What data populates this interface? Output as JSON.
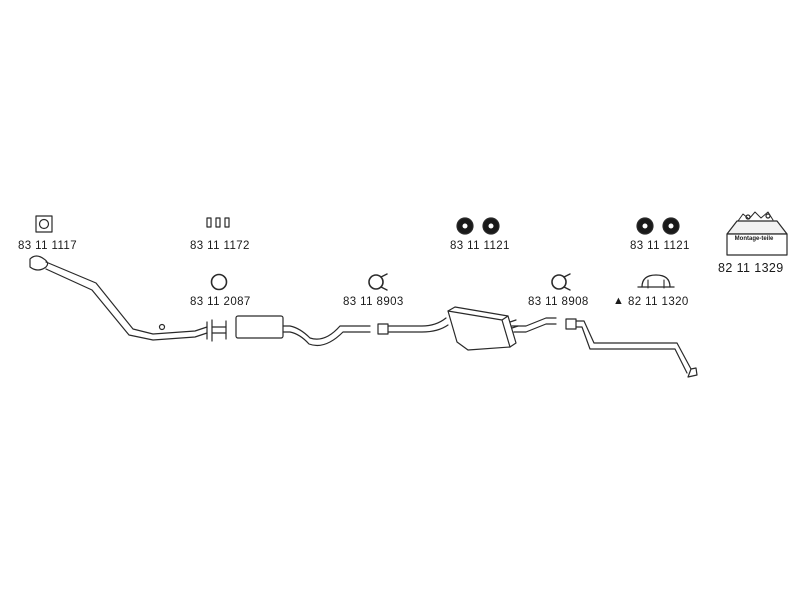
{
  "parts": [
    {
      "number": "83 11 1117",
      "icon": "flange-gasket-icon"
    },
    {
      "number": "83 11 1172",
      "icon": "bolt-set-icon"
    },
    {
      "number": "83 11 1121",
      "icon": "rubber-hanger-pair-icon"
    },
    {
      "number": "83 11 1121",
      "icon": "rubber-hanger-pair-icon"
    },
    {
      "number": "82 11 1329",
      "icon": "mounting-kit-box-icon",
      "box_label": "Montage-teile"
    },
    {
      "number": "83 11 2087",
      "icon": "sealing-ring-icon"
    },
    {
      "number": "83 11 8903",
      "icon": "pipe-clamp-icon"
    },
    {
      "number": "83 11 8908",
      "icon": "pipe-clamp-icon"
    },
    {
      "number": "82 11 1320",
      "icon": "u-bolt-clamp-icon",
      "marker": "▲"
    }
  ],
  "exhaust_sections": [
    "front-pipe",
    "front-silencer",
    "rear-silencer",
    "tail-pipe"
  ]
}
